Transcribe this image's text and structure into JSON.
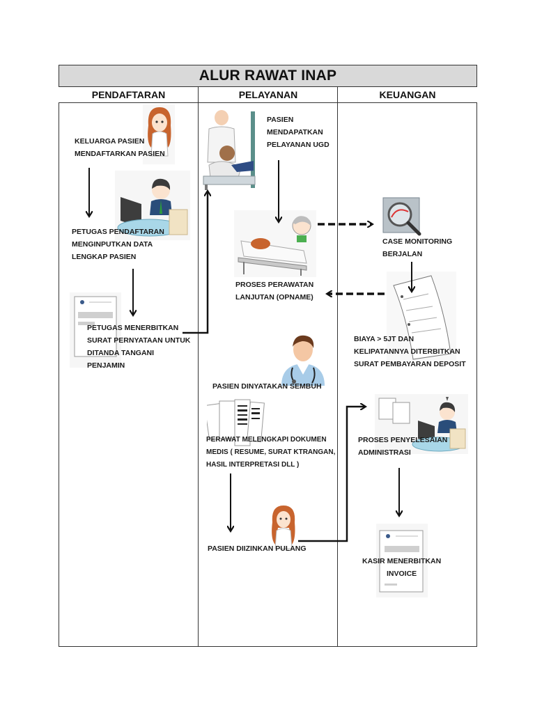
{
  "title": "ALUR RAWAT INAP",
  "columns": [
    {
      "label": "PENDAFTARAN"
    },
    {
      "label": "PELAYANAN"
    },
    {
      "label": "KEUANGAN"
    }
  ],
  "steps": {
    "keluarga": {
      "lines": [
        "KELUARGA PASIEN",
        "MENDAFTARKAN PASIEN"
      ],
      "icon": "female-family-icon"
    },
    "petugas_input": {
      "lines": [
        "PETUGAS PENDAFTARAN",
        "MENGINPUTKAN DATA",
        "LENGKAP PASIEN"
      ],
      "icon": "registration-desk-icon"
    },
    "petugas_surat": {
      "lines": [
        "PETUGAS MENERBITKAN",
        "SURAT PERNYATAAN UNTUK",
        "DITANDA TANGANI",
        "PENJAMIN"
      ],
      "icon": "document-icon"
    },
    "ugd": {
      "lines": [
        "PASIEN",
        "MENDAPATKAN",
        "PELAYANAN UGD"
      ],
      "icon": "doctor-patient-icon"
    },
    "opname": {
      "lines": [
        "PROSES PERAWATAN",
        "LANJUTAN (OPNAME)"
      ],
      "icon": "hospital-bed-icon"
    },
    "case_monitoring": {
      "lines": [
        "CASE MONITORING",
        "BERJALAN"
      ],
      "icon": "magnifier-monitor-icon"
    },
    "deposit": {
      "lines": [
        "BIAYA > 5JT DAN",
        "KELIPATANNYA DITERBITKAN",
        "SURAT  PEMBAYARAN DEPOSIT"
      ],
      "icon": "receipt-icon"
    },
    "sembuh": {
      "lines": [
        "PASIEN DINYATAKAN SEMBUH"
      ],
      "icon": "doctor-icon"
    },
    "dokumen": {
      "lines": [
        "PERAWAT MELENGKAPI DOKUMEN",
        "MEDIS ( RESUME, SURAT KTRANGAN,",
        "HASIL INTERPRETASI DLL )"
      ],
      "icon": "medical-documents-icon"
    },
    "pulang": {
      "lines": [
        "PASIEN DIIZINKAN PULANG"
      ],
      "icon": "female-patient-icon"
    },
    "administrasi": {
      "lines": [
        "PROSES PENYELESAIAN",
        "ADMINISTRASI"
      ],
      "icon": "admin-desk-icon"
    },
    "invoice": {
      "lines": [
        "KASIR MENERBITKAN",
        "INVOICE"
      ],
      "icon": "invoice-icon"
    }
  },
  "colors": {
    "header_bg": "#d9d9d9",
    "border": "#333333",
    "arrow": "#111111"
  }
}
